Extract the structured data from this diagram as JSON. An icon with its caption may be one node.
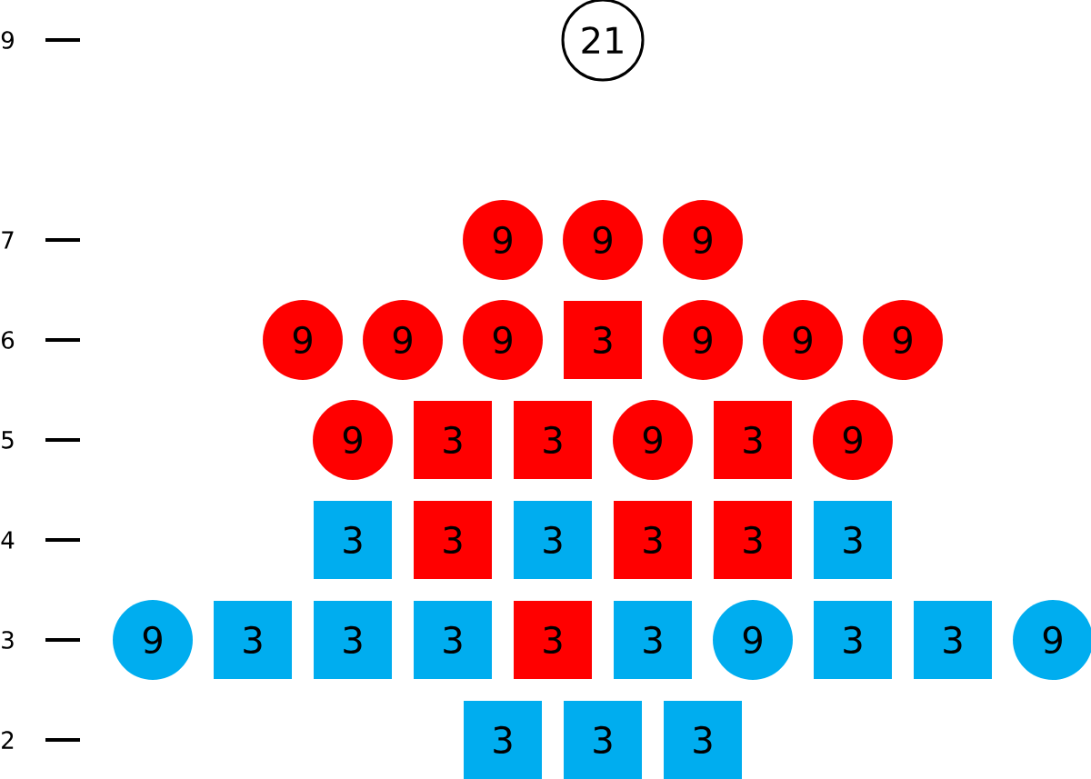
{
  "diagram": {
    "nodes": [
      {
        "text": [
          "21"
        ]
      },
      {
        "text": [
          "9"
        ]
      },
      {
        "text": [
          "9"
        ]
      },
      {
        "text": [
          "9"
        ]
      },
      {
        "text": [
          "9"
        ]
      },
      {
        "text": [
          "9"
        ]
      },
      {
        "text": [
          "9"
        ]
      },
      {
        "text": [
          "3"
        ]
      },
      {
        "text": [
          "9"
        ]
      },
      {
        "text": [
          "9"
        ]
      },
      {
        "text": [
          "9"
        ]
      },
      {
        "text": [
          "9"
        ]
      },
      {
        "text": [
          "3"
        ]
      },
      {
        "text": [
          "3"
        ]
      },
      {
        "text": [
          "9"
        ]
      },
      {
        "text": [
          "3"
        ]
      },
      {
        "text": [
          "9"
        ]
      },
      {
        "text": [
          "3"
        ]
      },
      {
        "text": [
          "3"
        ]
      },
      {
        "text": [
          "3"
        ]
      },
      {
        "text": [
          "3"
        ]
      },
      {
        "text": [
          "3"
        ]
      },
      {
        "text": [
          "3"
        ]
      },
      {
        "text": [
          "9"
        ]
      },
      {
        "text": [
          "3"
        ]
      },
      {
        "text": [
          "3"
        ]
      },
      {
        "text": [
          "3"
        ]
      },
      {
        "text": [
          "3"
        ]
      },
      {
        "text": [
          "3"
        ]
      },
      {
        "text": [
          "9"
        ]
      },
      {
        "text": [
          "3"
        ]
      },
      {
        "text": [
          "3"
        ]
      },
      {
        "text": [
          "9"
        ]
      },
      {
        "text": [
          "3"
        ]
      },
      {
        "text": [
          "3"
        ]
      },
      {
        "text": [
          "3"
        ]
      }
    ],
    "labels": [
      "9",
      "7",
      "6",
      "5",
      "4",
      "3",
      "2"
    ]
  }
}
